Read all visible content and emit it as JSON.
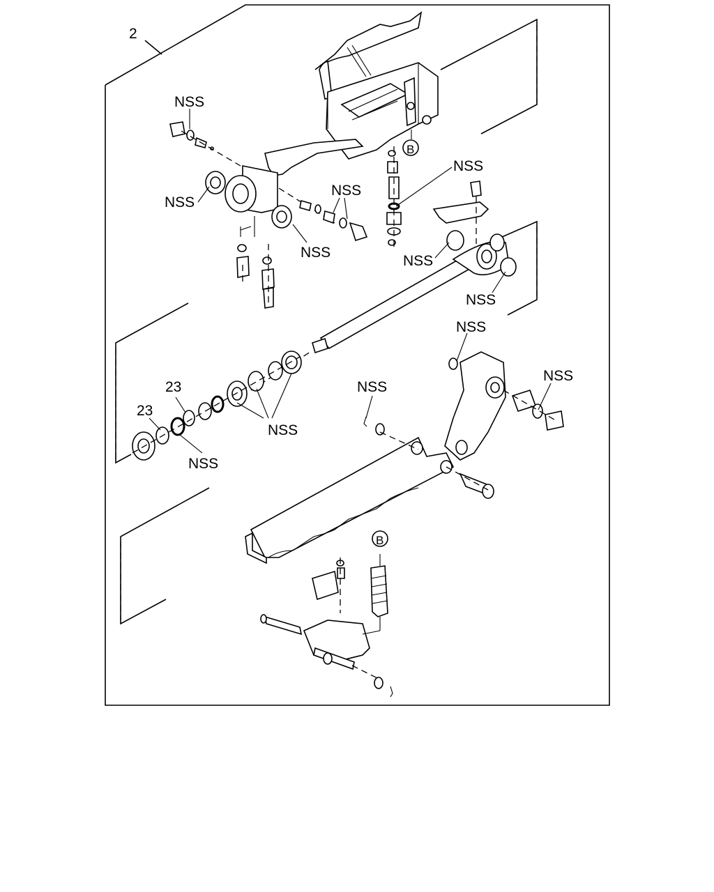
{
  "diagram": {
    "assembly_callout": "2",
    "labels": {
      "nss_upper_left": "NSS",
      "nss_left_washer": "NSS",
      "nss_pair_small": "NSS",
      "nss_lower_washer": "NSS",
      "nss_valve_right": "NSS",
      "nss_shaft_right_a": "NSS",
      "nss_shaft_right_b": "NSS",
      "nss_pedal_top": "NSS",
      "nss_bushing_right": "NSS",
      "nss_cotter": "NSS",
      "nss_seal_group": "NSS",
      "nss_ring_bottom": "NSS",
      "ref_23_a": "23",
      "ref_23_b": "23",
      "ref_b_top": "B",
      "ref_b_bottom": "B"
    }
  }
}
